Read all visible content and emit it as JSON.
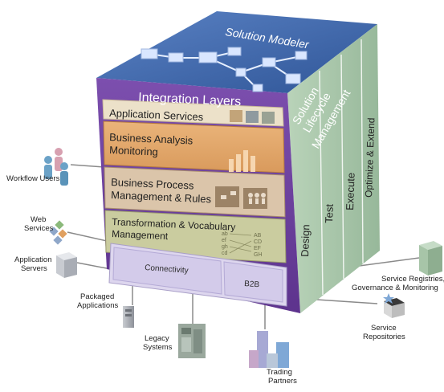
{
  "cube": {
    "top_title": "Solution Modeler",
    "front_title": "Integration Layers",
    "side_title_lines": [
      "Solution",
      "Lifecycle",
      "Management"
    ],
    "side_columns": [
      "Design",
      "Test",
      "Execute",
      "Optimize & Extend"
    ]
  },
  "layers": {
    "application_services": "Application Services",
    "business_analysis": [
      "Business Analysis",
      "Monitoring"
    ],
    "business_process": [
      "Business Process",
      "Management & Rules"
    ],
    "transformation": [
      "Transformation & Vocabulary",
      "Management"
    ],
    "transform_map_left": [
      "ab",
      "ef",
      "gh",
      "cd"
    ],
    "transform_map_right": [
      "AB",
      "CD",
      "EF",
      "GH"
    ],
    "connectivity": "Connectivity",
    "b2b": "B2B"
  },
  "external": {
    "workflow_users": "Workflow Users",
    "web_services": [
      "Web",
      "Services"
    ],
    "application_servers": [
      "Application",
      "Servers"
    ],
    "packaged_applications": [
      "Packaged",
      "Applications"
    ],
    "legacy_systems": [
      "Legacy",
      "Systems"
    ],
    "trading_partners": [
      "Trading",
      "Partners"
    ],
    "service_registries": [
      "Service Registries,",
      "Governance & Monitoring"
    ],
    "service_repositories": [
      "Service",
      "Repositories"
    ]
  },
  "colors": {
    "top_face": "#3a63a8",
    "front_face": "#6a3e9a",
    "side_face": "#a3c4a6",
    "layer_application": "#e9dcc2",
    "layer_analysis": "#e0a86a",
    "layer_process": "#d8c3a8",
    "layer_transform": "#c7c99e",
    "layer_connectivity": "#d9d2ea"
  }
}
